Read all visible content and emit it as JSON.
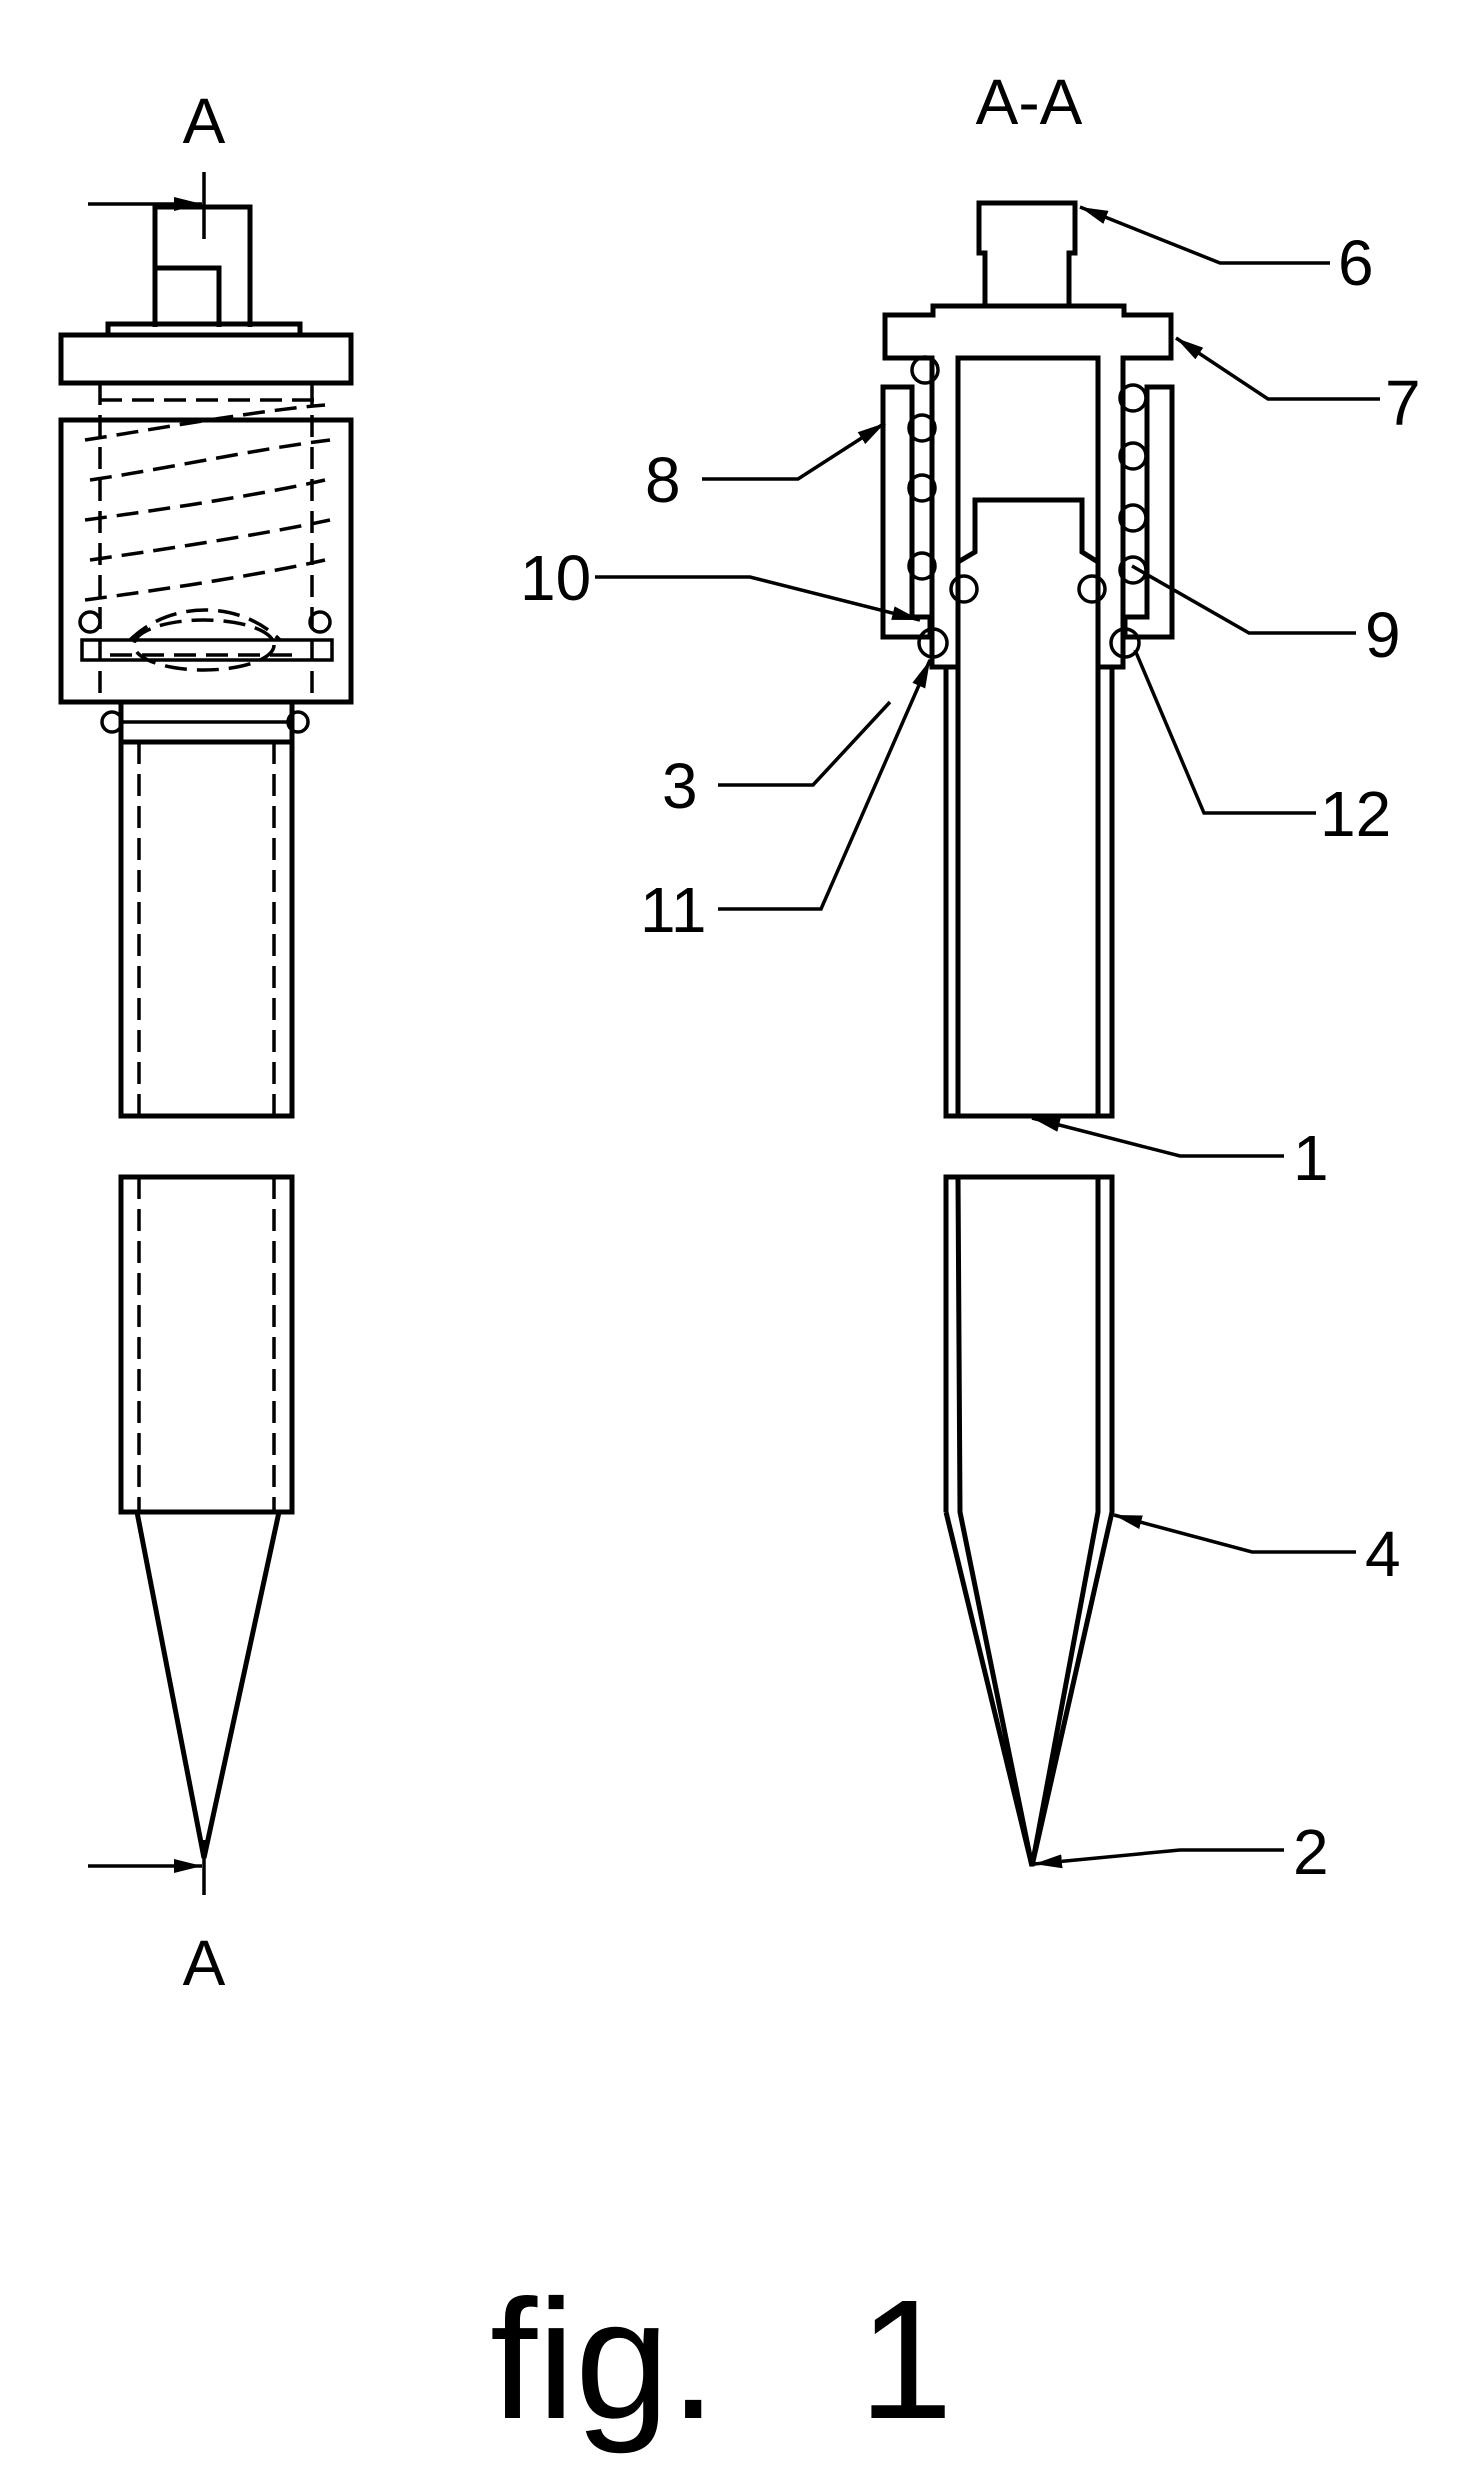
{
  "figure": {
    "caption": "fig.   1",
    "left_view": {
      "section_mark_top": "A",
      "section_mark_bottom": "A"
    },
    "right_view": {
      "title": "A-A"
    },
    "reference_numerals": {
      "n1": "1",
      "n2": "2",
      "n3": "3",
      "n4": "4",
      "n6": "6",
      "n7": "7",
      "n8": "8",
      "n9": "9",
      "n10": "10",
      "n11": "11",
      "n12": "12"
    }
  }
}
